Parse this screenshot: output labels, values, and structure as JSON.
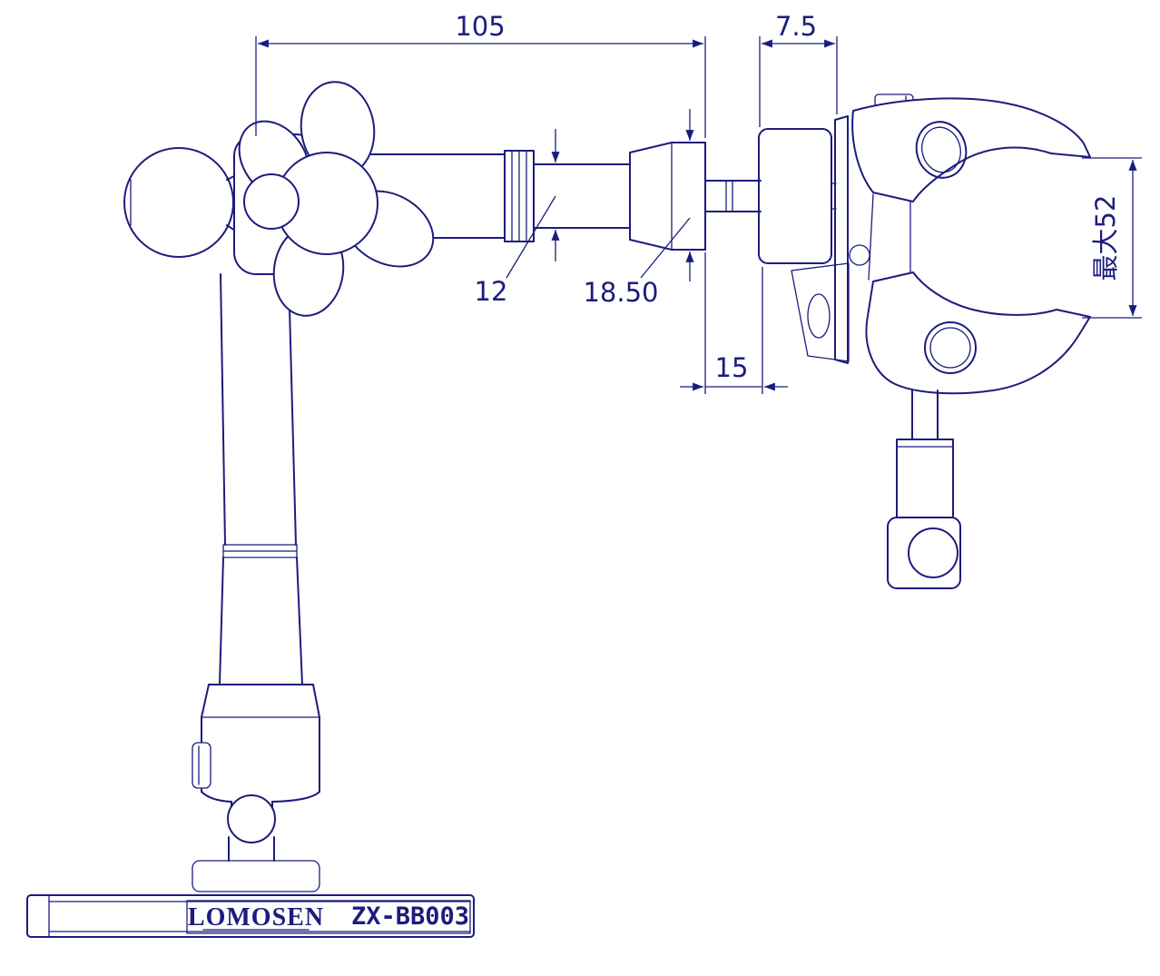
{
  "colors": {
    "line": "#1c1c7e"
  },
  "dimensions": {
    "arm_length": "105",
    "stud_offset": "7.5",
    "shaft_diameter": "12",
    "collet_diameter": "18.50",
    "nut_thickness": "15",
    "max_opening": "最大52"
  },
  "nameplate": {
    "brand": "LOMOSEN",
    "model": "ZX-BB003"
  }
}
